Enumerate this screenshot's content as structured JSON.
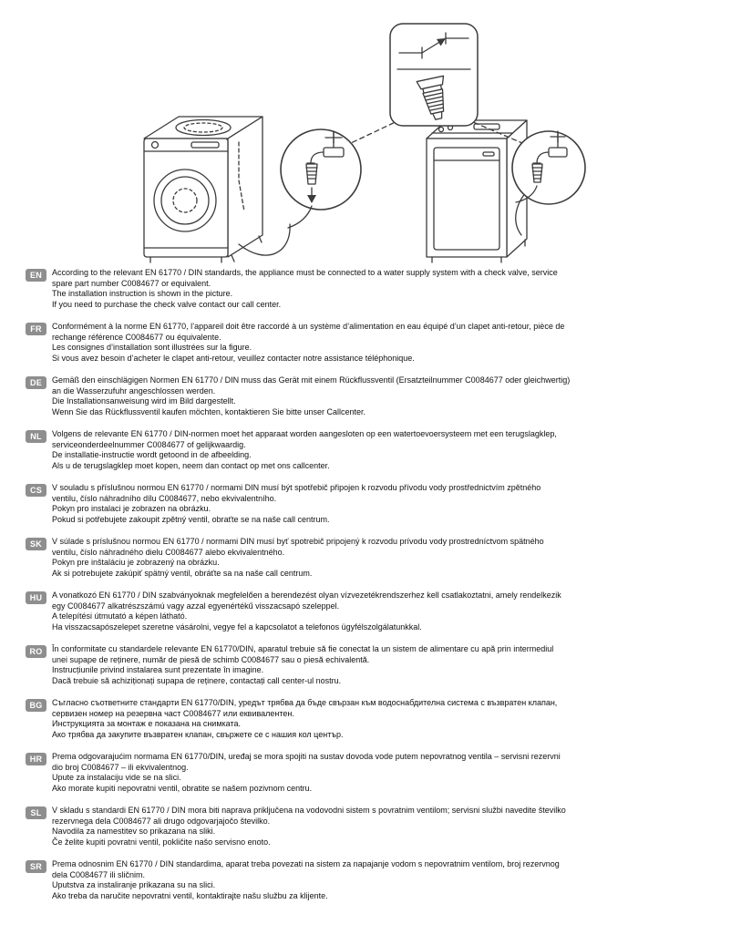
{
  "ui": {
    "page_bg": "#ffffff",
    "badge_bg": "#8e8e8e",
    "badge_text_color": "#ffffff",
    "line_color": "#3b3b3b",
    "text_color": "#111111"
  },
  "illustration": {
    "description": "Two washing machines (front-load and top-load) connected to water taps, with dashed leader lines to a callout box showing the required check valve symbol and spare part",
    "icons": [
      {
        "name": "check-valve-symbol",
        "meaning": "non-return / check valve schematic symbol with flow arrow"
      },
      {
        "name": "check-valve-part",
        "meaning": "ribbed check valve spare part drawing"
      },
      {
        "name": "tap-detail-left",
        "meaning": "magnified tap with check valve fitted, front-load washer"
      },
      {
        "name": "tap-detail-right",
        "meaning": "magnified tap with check valve fitted, top-load washer"
      },
      {
        "name": "down-arrow",
        "meaning": "fit valve downward onto hose"
      }
    ]
  },
  "languages": [
    {
      "code": "EN",
      "lines": [
        "According to the relevant EN 61770 / DIN standards, the appliance must be connected to a water supply system with a check valve, service",
        "spare part number C0084677 or equivalent.",
        "The installation instruction is shown in the picture.",
        "If you need to purchase the check valve contact our call center."
      ]
    },
    {
      "code": "FR",
      "lines": [
        "Conformément à la norme EN 61770, l’appareil doit être raccordé à un système d’alimentation en eau équipé d’un clapet anti-retour, pièce de",
        "rechange référence C0084677 ou équivalente.",
        "Les consignes d’installation sont illustrées sur la figure.",
        "Si vous avez besoin d’acheter le clapet anti-retour, veuillez contacter notre assistance téléphonique."
      ]
    },
    {
      "code": "DE",
      "lines": [
        "Gemäß den einschlägigen Normen EN 61770 / DIN muss das Gerät mit einem Rückflussventil (Ersatzteilnummer C0084677 oder gleichwertig)",
        "an die Wasserzufuhr angeschlossen werden.",
        "Die Installationsanweisung wird im Bild dargestellt.",
        "Wenn Sie das Rückflussventil kaufen möchten, kontaktieren Sie bitte unser Callcenter."
      ]
    },
    {
      "code": "NL",
      "lines": [
        "Volgens de relevante EN 61770 / DIN-normen moet het apparaat worden aangesloten op een watertoevoersysteem met een terugslagklep,",
        "serviceonderdeelnummer C0084677 of gelijkwaardig.",
        "De installatie-instructie wordt getoond in de afbeelding.",
        "Als u de terugslagklep moet kopen, neem dan contact op met ons callcenter."
      ]
    },
    {
      "code": "CS",
      "lines": [
        "V souladu s příslušnou normou EN 61770 / normami DIN musí být spotřebič připojen k rozvodu přívodu vody prostřednictvím zpětného",
        "ventilu, číslo náhradního dílu C0084677, nebo ekvivalentního.",
        "Pokyn pro instalaci je zobrazen na obrázku.",
        "Pokud si potřebujete zakoupit zpětný ventil, obraťte se na naše call centrum."
      ]
    },
    {
      "code": "SK",
      "lines": [
        "V súlade s príslušnou normou EN 61770 / normami DIN musí byť spotrebič pripojený k rozvodu prívodu vody prostredníctvom spätného",
        "ventilu, číslo náhradného dielu C0084677 alebo ekvivalentného.",
        "Pokyn pre inštaláciu je zobrazený na obrázku.",
        "Ak si potrebujete zakúpiť spätný ventil, obráťte sa na naše call centrum."
      ]
    },
    {
      "code": "HU",
      "lines": [
        "A vonatkozó EN 61770 / DIN szabványoknak megfelelően a berendezést olyan vízvezetékrendszerhez kell csatlakoztatni, amely rendelkezik",
        "egy C0084677 alkatrészszámú vagy azzal egyenértékű visszacsapó szeleppel.",
        "A telepítési útmutató a képen látható.",
        "Ha visszacsapószelepet szeretne vásárolni, vegye fel a kapcsolatot a telefonos ügyfélszolgálatunkkal."
      ]
    },
    {
      "code": "RO",
      "lines": [
        "În conformitate cu standardele relevante EN 61770/DIN, aparatul trebuie să fie conectat la un sistem de alimentare cu apă prin intermediul",
        "unei supape de reținere, număr de piesă de schimb C0084677 sau o piesă echivalentă.",
        "Instrucțiunile privind instalarea sunt prezentate în imagine.",
        "Dacă trebuie să achiziționați supapa de reținere, contactați call center-ul nostru."
      ]
    },
    {
      "code": "BG",
      "lines": [
        "Съгласно съответните стандарти EN 61770/DIN, уредът трябва да бъде свързан към водоснабдителна система с възвратен клапан,",
        "сервизен номер на резервна част C0084677 или еквивалентен.",
        "Инструкцията за монтаж е показана на снимката.",
        "Ако трябва да закупите възвратен клапан, свържете се с нашия кол център."
      ]
    },
    {
      "code": "HR",
      "lines": [
        "Prema odgovarajućim normama EN 61770/DIN, uređaj se mora spojiti na sustav dovoda vode putem nepovratnog ventila – servisni rezervni",
        "dio broj C0084677 – ili ekvivalentnog.",
        "Upute za instalaciju vide se na slici.",
        "Ako morate kupiti nepovratni ventil, obratite se našem pozivnom centru."
      ]
    },
    {
      "code": "SL",
      "lines": [
        "V skladu s standardi EN 61770 / DIN mora biti naprava priključena na vodovodni sistem s povratnim ventilom; servisni službi navedite številko",
        "rezervnega dela C0084677 ali drugo odgovarjajočo številko.",
        "Navodila za namestitev so prikazana na sliki.",
        "Če želite kupiti povratni ventil, pokličite našo servisno enoto."
      ]
    },
    {
      "code": "SR",
      "lines": [
        "Prema odnosnim EN 61770 / DIN standardima, aparat treba povezati na sistem za napajanje vodom s nepovratnim ventilom, broj rezervnog",
        "dela C0084677 ili sličnim.",
        "Uputstva za instaliranje prikazana su na slici.",
        "Ako treba da naručite nepovratni ventil, kontaktirajte našu službu za klijente."
      ]
    }
  ]
}
